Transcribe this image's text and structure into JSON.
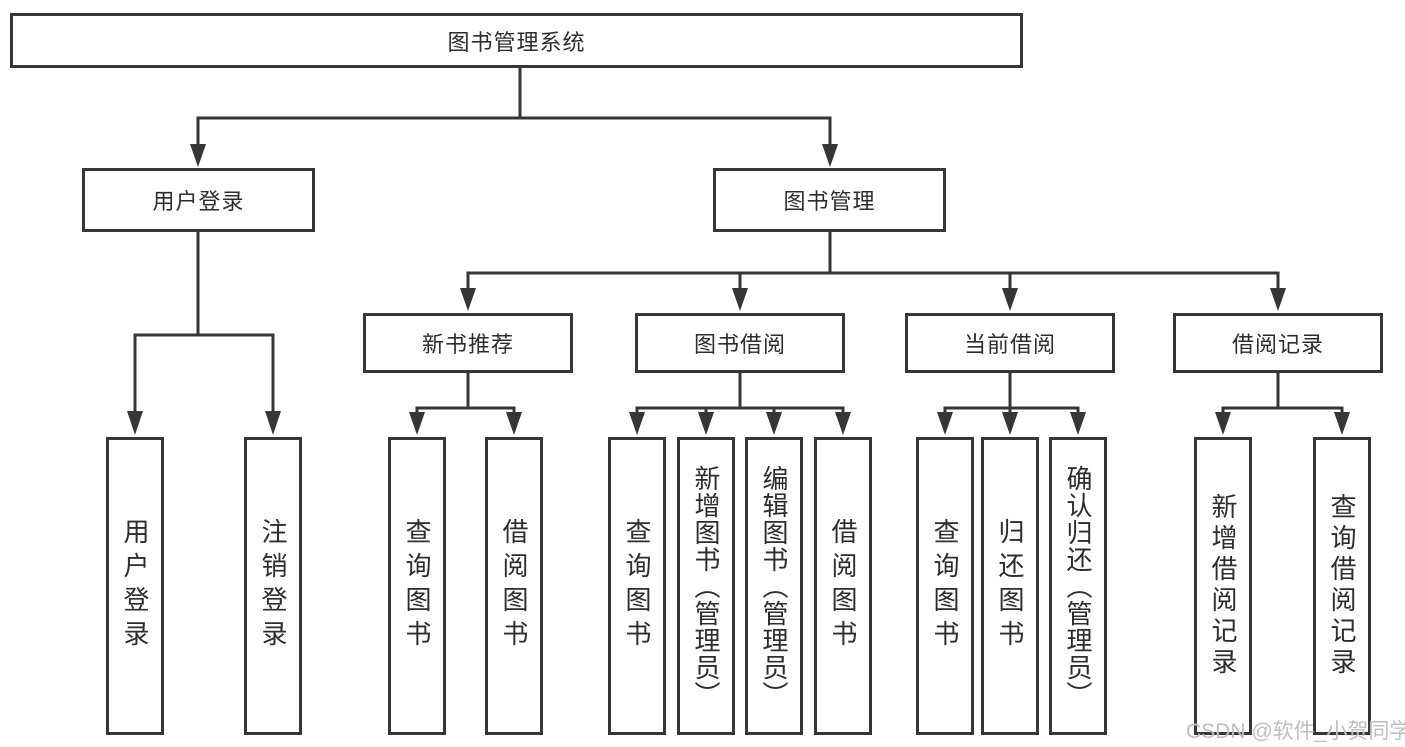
{
  "watermark": "CSDN @软件_小贺同学",
  "colors": {
    "line": "#363636",
    "text": "#2d2d2d",
    "background": "#ffffff"
  },
  "nodes": {
    "root": "图书管理系统",
    "user_login": "用户登录",
    "book_mgmt": "图书管理",
    "new_book_rec": "新书推荐",
    "book_borrow": "图书借阅",
    "current_borrow": "当前借阅",
    "borrow_record": "借阅记录",
    "leaf_user_login": "用户登录",
    "leaf_logout": "注销登录",
    "rec_query_book": "查询图书",
    "rec_borrow_book": "借阅图书",
    "bb_query_book": "查询图书",
    "bb_add_book": "新增图书（管理员）",
    "bb_edit_book": "编辑图书（管理员）",
    "bb_borrow_book": "借阅图书",
    "cb_query_book": "查询图书",
    "cb_return_book": "归还图书",
    "cb_confirm_return": "确认归还（管理员）",
    "br_add_record": "新增借阅记录",
    "br_query_record": "查询借阅记录"
  }
}
